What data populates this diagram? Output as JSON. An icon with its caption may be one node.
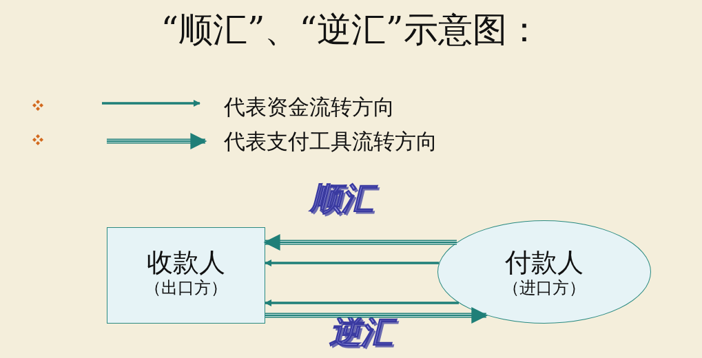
{
  "diagram": {
    "title": "“顺汇”、“逆汇”示意图：",
    "nodes": [
      {
        "text": [
          "收款人",
          "（出口方）"
        ]
      },
      {
        "text": [
          "付款人",
          "（进口方）"
        ]
      }
    ],
    "edges": [
      {
        "from": 1,
        "to": 0,
        "arrow": "to",
        "style": "thick"
      },
      {
        "from": 1,
        "to": 0,
        "arrow": "to"
      },
      {
        "from": 1,
        "to": 0,
        "arrow": "to"
      },
      {
        "from": 0,
        "to": 1,
        "arrow": "to",
        "style": "thick"
      }
    ],
    "labels": [
      "顺汇",
      "逆汇"
    ],
    "legend": [
      {
        "text": "代表资金流转方向"
      },
      {
        "text": "代表支付工具流转方向"
      }
    ]
  }
}
